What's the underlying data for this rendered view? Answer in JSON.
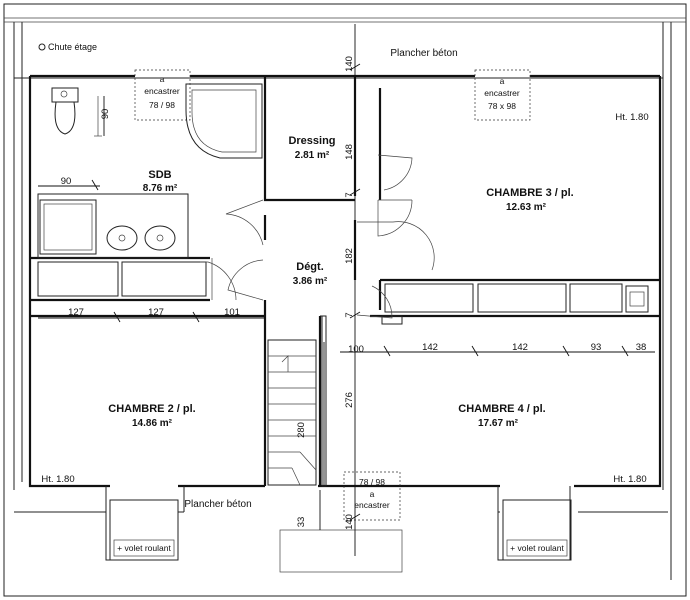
{
  "labels": {
    "chute": "Chute étage",
    "plancher_top": "Plancher béton",
    "plancher_bottom": "Plancher béton",
    "volet_left": "+ volet roulant",
    "volet_right": "+ volet roulant"
  },
  "rooms": {
    "sdb": {
      "name": "SDB",
      "area": "8.76 m²"
    },
    "dressing": {
      "name": "Dressing",
      "area": "2.81 m²"
    },
    "chambre3": {
      "name": "CHAMBRE 3 / pl.",
      "area": "12.63 m²"
    },
    "degt": {
      "name": "Dégt.",
      "area": "3.86 m²"
    },
    "chambre2": {
      "name": "CHAMBRE 2 / pl.",
      "area": "14.86 m²"
    },
    "chambre4": {
      "name": "CHAMBRE 4 / pl.",
      "area": "17.67 m²"
    }
  },
  "windows": {
    "w1": {
      "line1": "a",
      "line2": "encastrer",
      "line3": "78 / 98"
    },
    "w2": {
      "line1": "a",
      "line2": "encastrer",
      "line3": "78 x 98"
    },
    "w3": {
      "line1": "78 / 98",
      "line2": "a",
      "line3": "encastrer"
    }
  },
  "heights": {
    "ht_right_top": "Ht. 1.80",
    "ht_left_bottom": "Ht. 1.80",
    "ht_right_bottom": "Ht. 1.80"
  },
  "dimensions": {
    "d140_top": "140",
    "d148": "148",
    "d7_a": "7",
    "d182": "182",
    "d7_b": "7",
    "d276": "276",
    "d140_bottom": "140",
    "d90_v": "90",
    "d90_h": "90",
    "d127_a": "127",
    "d127_b": "127",
    "d101": "101",
    "d100": "100",
    "d142_a": "142",
    "d142_b": "142",
    "d93": "93",
    "d38": "38",
    "d280": "280",
    "d33": "33"
  },
  "colors": {
    "ink": "#111111",
    "paper": "#ffffff"
  }
}
